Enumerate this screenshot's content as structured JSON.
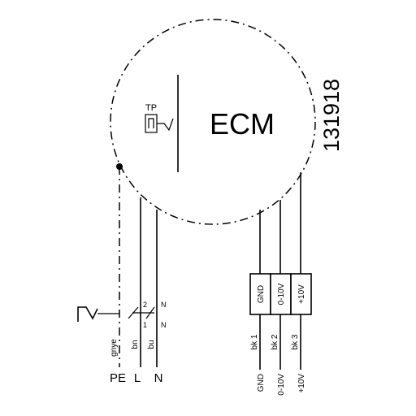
{
  "motor": {
    "label": "ECM",
    "thermal_protector_label": "TP",
    "drawing_number": "131918"
  },
  "supply": {
    "terminals": {
      "pe": "PE",
      "l": "L",
      "n": "N"
    },
    "wire_colors": {
      "pe": "gnye",
      "l": "bn",
      "n": "bu"
    },
    "switch_contacts": {
      "l_top": "2",
      "l_bottom": "1",
      "n_top": "N",
      "n_bottom": "N"
    }
  },
  "control": {
    "terminal_box_labels": [
      "GND",
      "0-10V",
      "+10V"
    ],
    "wire_labels": [
      "bk 1",
      "bk 2",
      "bk 3"
    ],
    "signal_labels": [
      "GND",
      "0-10V",
      "+10V"
    ]
  }
}
